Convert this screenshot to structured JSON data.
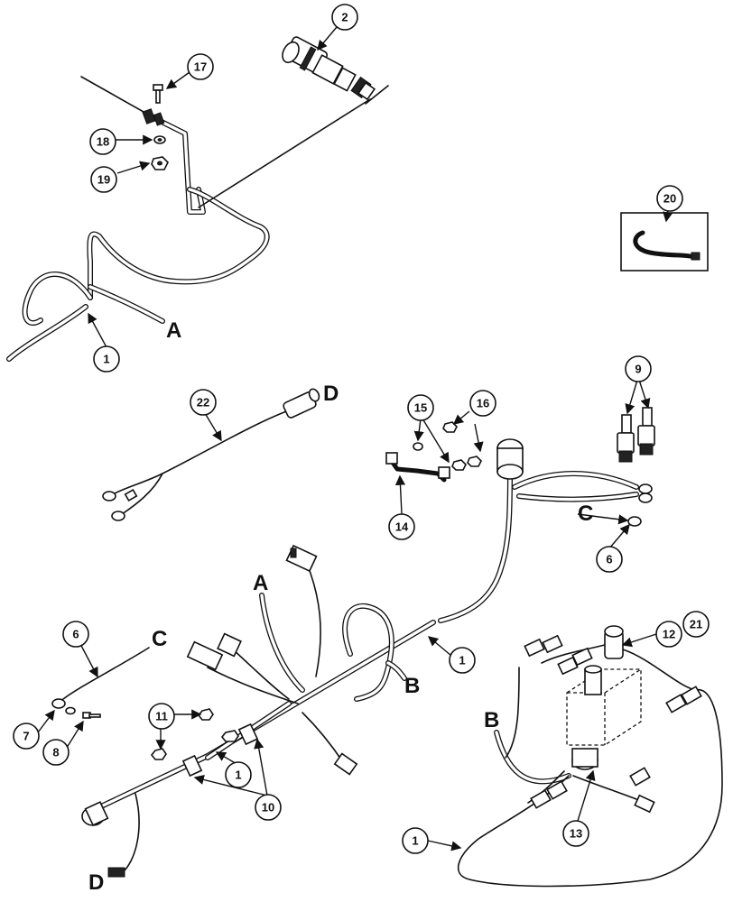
{
  "callouts": [
    "1",
    "2",
    "6",
    "7",
    "8",
    "9",
    "10",
    "11",
    "12",
    "13",
    "14",
    "15",
    "16",
    "17",
    "18",
    "19",
    "20",
    "21",
    "22"
  ],
  "connection_labels": [
    "A",
    "B",
    "C",
    "D"
  ]
}
